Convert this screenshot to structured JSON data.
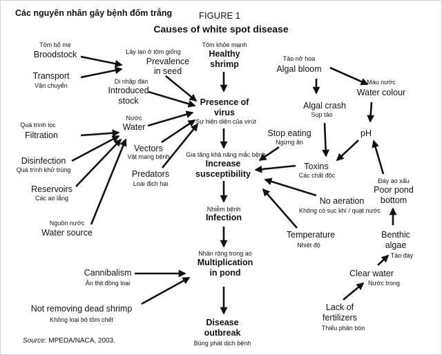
{
  "heading": "Các nguyên nhân gây bệnh đốm trắng",
  "figure": {
    "label": "FIGURE 1",
    "title": "Causes of white spot disease"
  },
  "source": {
    "prefix": "Source",
    "text": ": MPEDA/NACA, 2003."
  },
  "colors": {
    "ink": "#111111",
    "background": "#ffffff",
    "frame": "#cfcfcf"
  },
  "nodes": {
    "broodstock": {
      "vi": "Tôm bố mẹ",
      "en": "Broodstock"
    },
    "transport": {
      "en": "Transport",
      "vi": "Vận chuyển"
    },
    "prevalence": {
      "vi": "Lây lan ở tôm giống",
      "en1": "Prevalence",
      "en2": "in seed"
    },
    "introduced": {
      "vi": "Di nhập đàn",
      "en1": "Introduced",
      "en2": "stock"
    },
    "water": {
      "vi": "Nước",
      "en": "Water"
    },
    "filtration": {
      "vi": "Quá trình lọc",
      "en": "Filtration"
    },
    "disinfection": {
      "en": "Disinfection",
      "vi": "Quá trình khử trùng"
    },
    "reservoirs": {
      "en": "Reservoirs",
      "vi": "Các ao lắng"
    },
    "water_source": {
      "vi": "Nguồn nước",
      "en": "Water source"
    },
    "vectors": {
      "en": "Vectors",
      "vi": "Vật mang bệnh"
    },
    "predators": {
      "en": "Predators",
      "vi": "Loài địch hại"
    },
    "healthy": {
      "vi": "Tôm khỏe mạnh",
      "en1": "Healthy",
      "en2": "shrimp"
    },
    "virus": {
      "en1": "Presence of",
      "en2": "virus",
      "vi": "Sự hiện diện của virút"
    },
    "suscept": {
      "vi": "Gia tăng khả năng mắc bệnh",
      "en1": "Increase",
      "en2": "susceptibility"
    },
    "infection": {
      "vi": "Nhiễm bệnh",
      "en": "Infection"
    },
    "multiplication": {
      "vi": "Nhân rộng trong ao",
      "en1": "Multiplication",
      "en2": "in pond"
    },
    "outbreak": {
      "en1": "Disease",
      "en2": "outbreak",
      "vi": "Bùng phát dịch bệnh"
    },
    "cannibalism": {
      "en": "Cannibalism",
      "vi": "Ăn thịt đồng loại"
    },
    "dead_shrimp": {
      "en": "Not removing dead shrimp",
      "vi": "Không loại bỏ tôm chết"
    },
    "algal_bloom": {
      "vi": "Tảo nở hoa",
      "en": "Algal bloom"
    },
    "water_colour": {
      "vi": "Màu nước",
      "en": "Water colour"
    },
    "algal_crash": {
      "en": "Algal crash",
      "vi": "Sụp tảo"
    },
    "ph": {
      "en": "pH"
    },
    "stop_eating": {
      "en": "Stop eating",
      "vi": "Ngừng ăn"
    },
    "toxins": {
      "en": "Toxins",
      "vi": "Các chất độc"
    },
    "poor_bottom": {
      "vi": "Đáy ao xấu",
      "en1": "Poor pond",
      "en2": "bottom"
    },
    "no_aeration": {
      "en": "No aeration",
      "vi": "Không có sục khí / quạt nước"
    },
    "temperature": {
      "en": "Temperature",
      "vi": "Nhiệt độ"
    },
    "benthic": {
      "en1": "Benthic",
      "en2": "algae",
      "vi": "Tảo đáy"
    },
    "clear_water": {
      "en": "Clear water",
      "vi": "Nước trong"
    },
    "fertilizers": {
      "en1": "Lack of",
      "en2": "fertilizers",
      "vi": "Thiếu phân bón"
    }
  }
}
